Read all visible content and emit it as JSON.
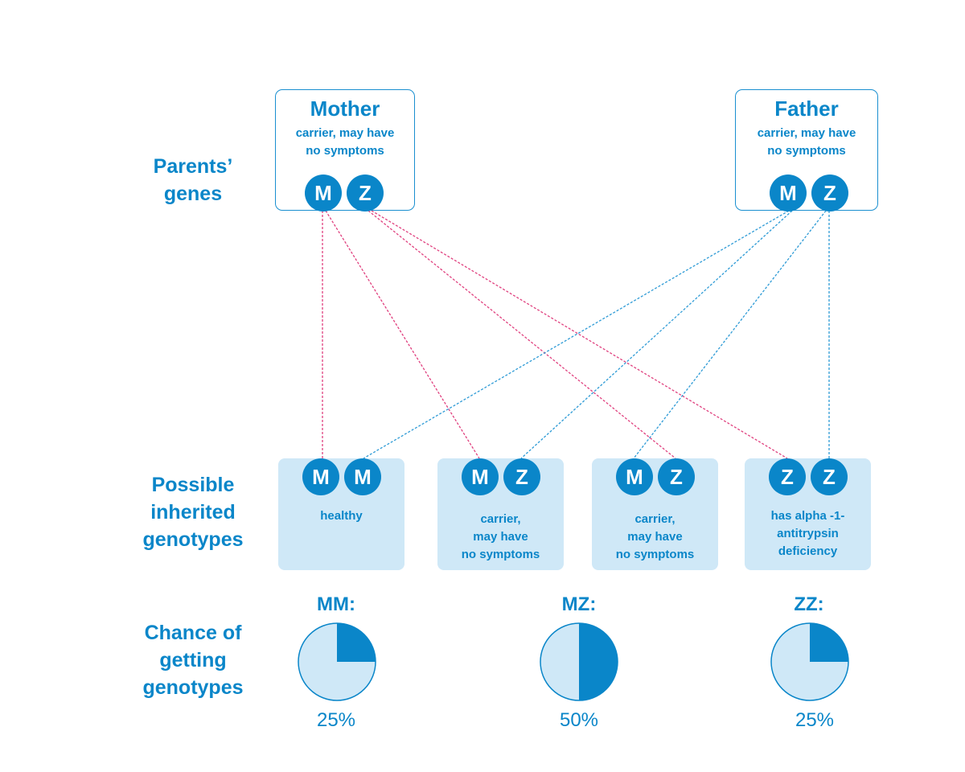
{
  "row_labels": {
    "parents": "Parents’\ngenes",
    "genotypes": "Possible\ninherited\ngenotypes",
    "chance": "Chance of\ngetting\ngenotypes"
  },
  "parents": [
    {
      "title": "Mother",
      "desc": "carrier, may have\nno symptoms",
      "alleles": [
        "M",
        "Z"
      ]
    },
    {
      "title": "Father",
      "desc": "carrier, may have\nno symptoms",
      "alleles": [
        "M",
        "Z"
      ]
    }
  ],
  "genotypes": [
    {
      "alleles": [
        "M",
        "M"
      ],
      "desc": "healthy"
    },
    {
      "alleles": [
        "M",
        "Z"
      ],
      "desc": "carrier,\nmay have\nno symptoms"
    },
    {
      "alleles": [
        "M",
        "Z"
      ],
      "desc": "carrier,\nmay have\nno symptoms"
    },
    {
      "alleles": [
        "Z",
        "Z"
      ],
      "desc": "has alpha -1-\nantitrypsin\ndeficiency"
    }
  ],
  "chances": [
    {
      "label": "MM:",
      "percent_text": "25%",
      "fraction": 0.25
    },
    {
      "label": "MZ:",
      "percent_text": "50%",
      "fraction": 0.5
    },
    {
      "label": "ZZ:",
      "percent_text": "25%",
      "fraction": 0.25
    }
  ],
  "colors": {
    "primary": "#0a86c9",
    "light": "#cfe8f7",
    "mother_line": "#e0417f",
    "father_line": "#2e9bd6"
  }
}
